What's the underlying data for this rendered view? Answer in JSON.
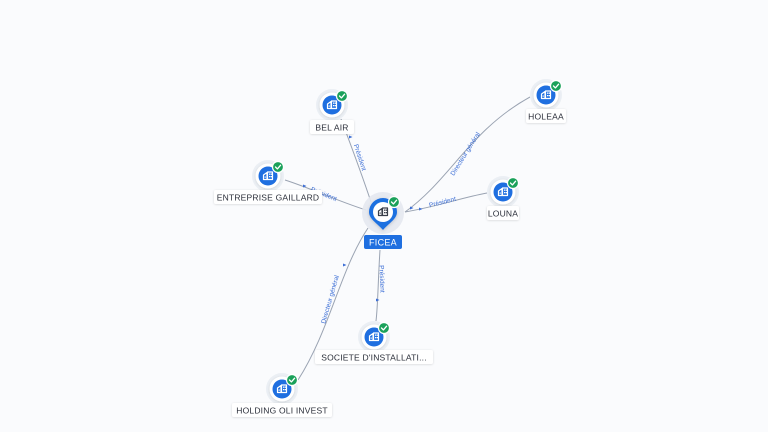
{
  "center": {
    "name": "FICEA",
    "icon": "building-icon"
  },
  "nodes": [
    {
      "id": "bel-air",
      "name": "BEL AIR",
      "icon": "building-icon",
      "verified": true
    },
    {
      "id": "holeaa",
      "name": "HOLEAA",
      "icon": "building-icon",
      "verified": true
    },
    {
      "id": "entreprise-gaillard",
      "name": "ENTREPRISE GAILLARD",
      "icon": "building-icon",
      "verified": true
    },
    {
      "id": "louna",
      "name": "LOUNA",
      "icon": "building-icon",
      "verified": true
    },
    {
      "id": "societe-installati",
      "name": "SOCIETE D'INSTALLATI...",
      "icon": "building-icon",
      "verified": true
    },
    {
      "id": "holding-oli-invest",
      "name": "HOLDING OLI INVEST",
      "icon": "building-icon",
      "verified": true
    }
  ],
  "edges": [
    {
      "to": "bel-air",
      "label": "Président"
    },
    {
      "to": "holeaa",
      "label": "Directeur général"
    },
    {
      "to": "entreprise-gaillard",
      "label": "Président"
    },
    {
      "to": "louna",
      "label": "Président"
    },
    {
      "to": "societe-installati",
      "label": "Président"
    },
    {
      "to": "holding-oli-invest",
      "label": "Directeur général"
    }
  ],
  "colors": {
    "accent": "#1f6fe0",
    "edge": "#9aa3b2",
    "edge_label": "#3d6fd6",
    "check": "#1aa15a",
    "background": "#fafbfd"
  }
}
